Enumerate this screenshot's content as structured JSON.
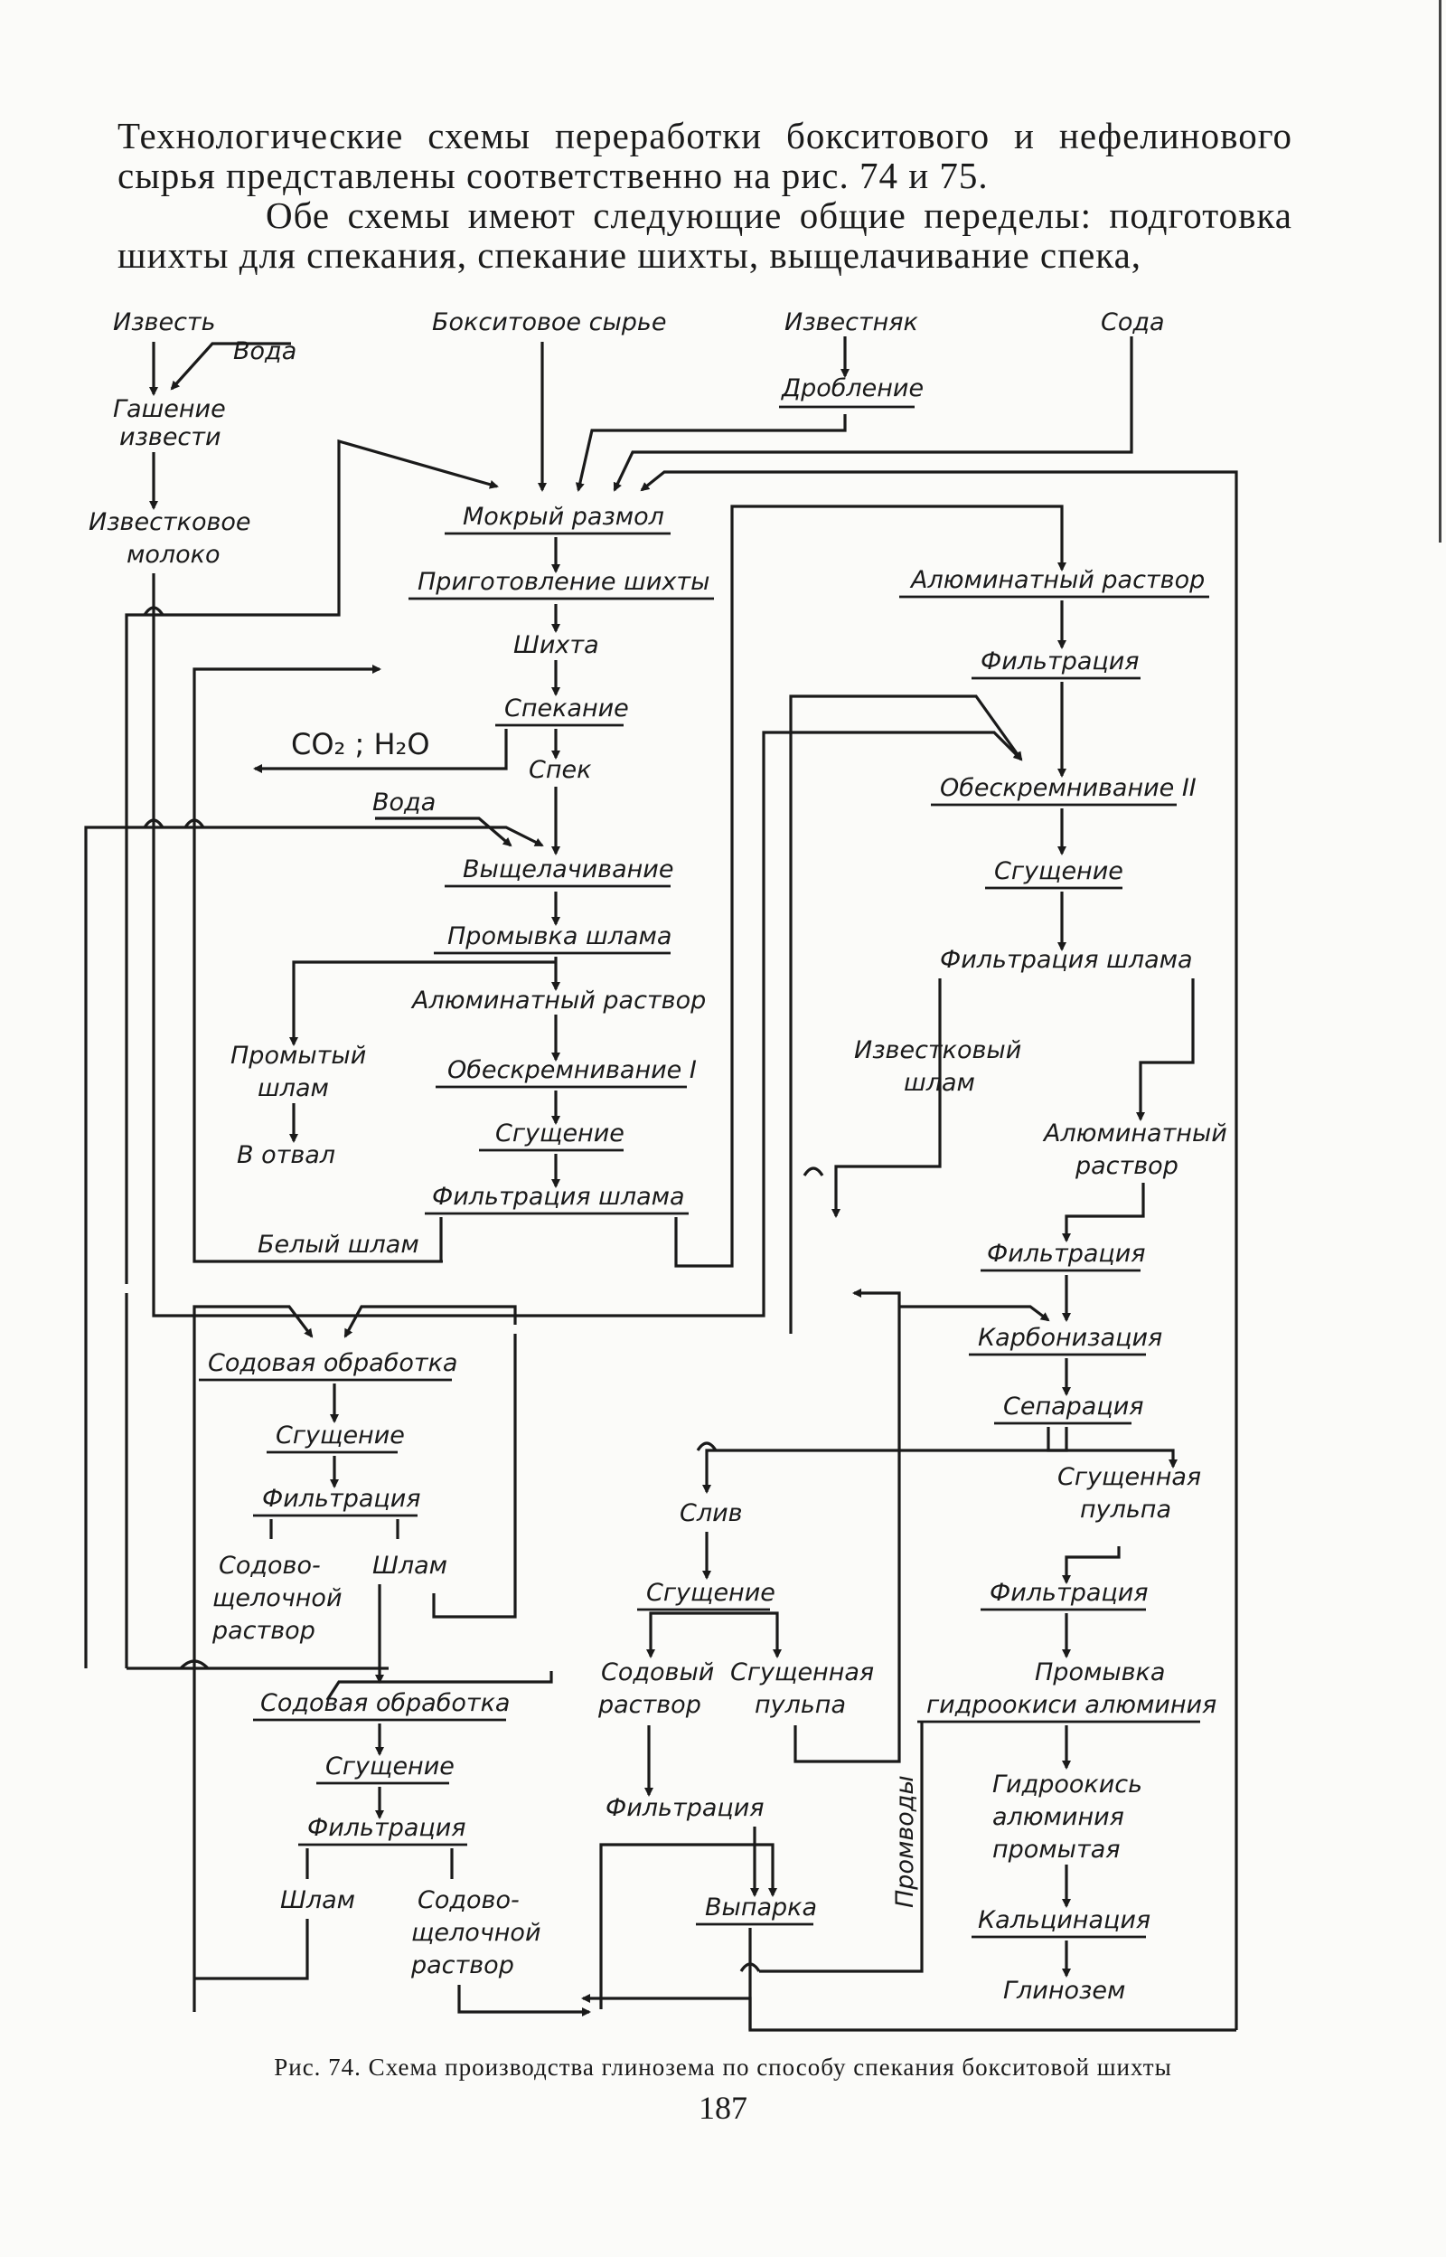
{
  "text": {
    "paragraph1": "Технологические схемы переработки бокситового и нефелинового сырья представлены соответственно на рис. 74 и 75.",
    "paragraph2": "Обе схемы имеют следующие общие переделы: подготовка шихты для спекания, спекание шихты, выщелачивание спека,"
  },
  "diagram": {
    "nodes": {
      "izvest": "Известь",
      "voda1": "Вода",
      "gashenie1": "Гашение",
      "gashenie2": "извести",
      "moloko1": "Известковое",
      "moloko2": "молоко",
      "boksit": "Бокситовое сырье",
      "izvestnyak": "Известняк",
      "droblenie": "Дробление",
      "soda": "Сода",
      "mokry": "Мокрый размол",
      "prigot": "Приготовление шихты",
      "shikhta": "Шихта",
      "spekanie": "Спекание",
      "co2": "CO₂ ; H₂O",
      "spek": "Спек",
      "voda2": "Вода",
      "vyshchel": "Выщелачивание",
      "promyvka": "Промывка шлама",
      "alum1": "Алюминатный раствор",
      "promyty1": "Промытый",
      "promyty2": "шлам",
      "otval": "В отвал",
      "obeskr1": "Обескремнивание I",
      "sgush1": "Сгущение",
      "filtr_shl1": "Фильтрация шлама",
      "bely": "Белый шлам",
      "alum2": "Алюминатный раствор",
      "filtr1": "Фильтрация",
      "obeskr2": "Обескремнивание II",
      "sgush2": "Сгущение",
      "filtr_shl2": "Фильтрация шлама",
      "izv_shl1": "Известковый",
      "izv_shl2": "шлам",
      "alum3a": "Алюминатный",
      "alum3b": "раствор",
      "filtr2": "Фильтрация",
      "karb": "Карбонизация",
      "separ": "Сепарация",
      "sliv": "Слив",
      "sg_pulpa1a": "Сгущенная",
      "sg_pulpa1b": "пульпа",
      "filtr3": "Фильтрация",
      "promyvka_g1": "Промывка",
      "promyvka_g2": "гидроокиси алюминия",
      "gidro1": "Гидроокись",
      "gidro2": "алюминия",
      "gidro3": "промытая",
      "kalc": "Кальцинация",
      "glinozem": "Глинозем",
      "sgush_s": "Сгущение",
      "sod_r1": "Содовый",
      "sod_r2": "раствор",
      "sg_pulpa2a": "Сгущенная",
      "sg_pulpa2b": "пульпа",
      "filtr_s": "Фильтрация",
      "vyparka": "Выпарка",
      "promvody": "Промводы",
      "sod_obr1": "Содовая обработка",
      "sgush3": "Сгущение",
      "filtr4": "Фильтрация",
      "sodshch1a": "Содово-",
      "sodshch1b": "щелочной",
      "sodshch1c": "раствор",
      "shlam1": "Шлам",
      "sod_obr2": "Содовая обработка",
      "sgush4": "Сгущение",
      "filtr5": "Фильтрация",
      "shlam2": "Шлам",
      "sodshch2a": "Содово-",
      "sodshch2b": "щелочной",
      "sodshch2c": "раствор"
    }
  },
  "caption": "Рис. 74. Схема производства глинозема по способу спекания бокситовой шихты",
  "page_number": "187"
}
